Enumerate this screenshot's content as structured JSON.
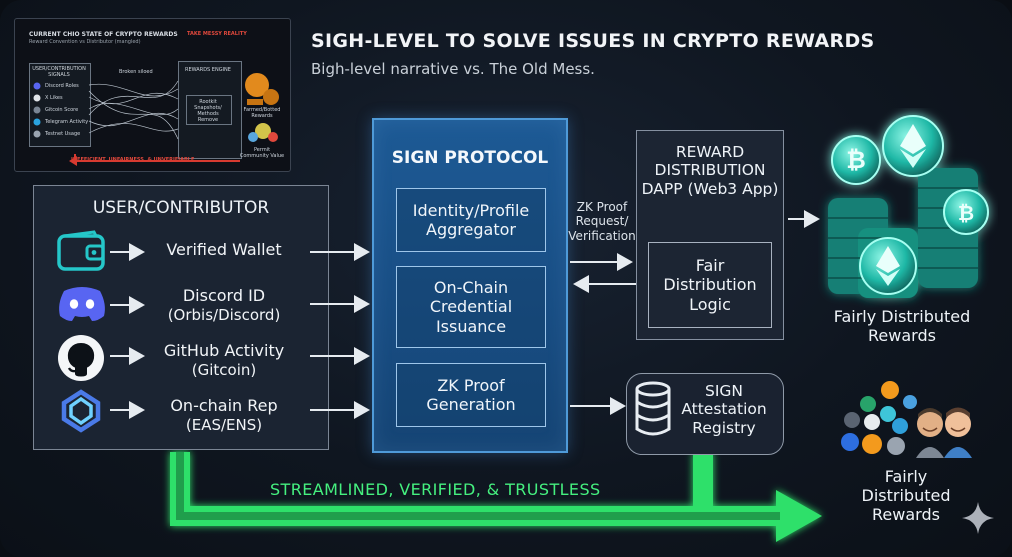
{
  "inset": {
    "title": "CURRENT CHIO STATE OF CRYPTO REWARDS",
    "subtitle": "Reward Convention vs Distributor (mangled)",
    "left_header": "USER/CONTRIBUTION SIGNALS",
    "mid_label": "Broken siloed",
    "engine_header": "TAKE MESSY REALITY",
    "engine_label": "REWARDS ENGINE",
    "engine_inner": "Rootkit Snapshots/ Methods Remove",
    "items": [
      "Discord Roles",
      "X Likes",
      "Gitcoin Score",
      "Telegram Activity",
      "Testnet Usage"
    ],
    "right_top": "Farmed/Botted Rewards",
    "right_bottom": "Permit Community Value",
    "footer": "INEFFICIENT, UNFAIRNESS, & UNVERIFIABLE"
  },
  "header": {
    "title": "SIGH-LEVEL TO SOLVE ISSUES IN CRYPTO REWARDS",
    "subtitle": "Bigh-level narrative vs. The Old Mess."
  },
  "user": {
    "title": "USER/CONTRIBUTOR",
    "rows": [
      {
        "label": "Verified Wallet",
        "sub": "",
        "icon": "wallet-icon"
      },
      {
        "label": "Discord ID",
        "sub": "(Orbis/Discord)",
        "icon": "discord-icon"
      },
      {
        "label": "GitHub Activity",
        "sub": "(Gitcoin)",
        "icon": "github-icon"
      },
      {
        "label": "On-chain Rep",
        "sub": "(EAS/ENS)",
        "icon": "ens-icon"
      }
    ]
  },
  "sign": {
    "title": "SIGN PROTOCOL",
    "modules": [
      "Identity/Profile Aggregator",
      "On-Chain Credential Issuance",
      "ZK Proof Generation"
    ]
  },
  "zk_note": "ZK Proof Request/ Verification",
  "dapp": {
    "title": "REWARD DISTRIBUTION DAPP (Web3 App)",
    "logic": "Fair Distribution Logic"
  },
  "registry": {
    "label": "SIGN Attestation Registry",
    "icon": "database-icon"
  },
  "outputs": {
    "fair_top": "Fairly Distributed Rewards",
    "fair_bottom": "Fairly Distributed Rewards"
  },
  "flow_label": "STREAMLINED, VERIFIED, & TRUSTLESS",
  "colors": {
    "accent_green": "#2fe06a",
    "sign_blue": "#1d5a95",
    "coin_teal": "#20d6bd",
    "background": "#0f1620"
  }
}
